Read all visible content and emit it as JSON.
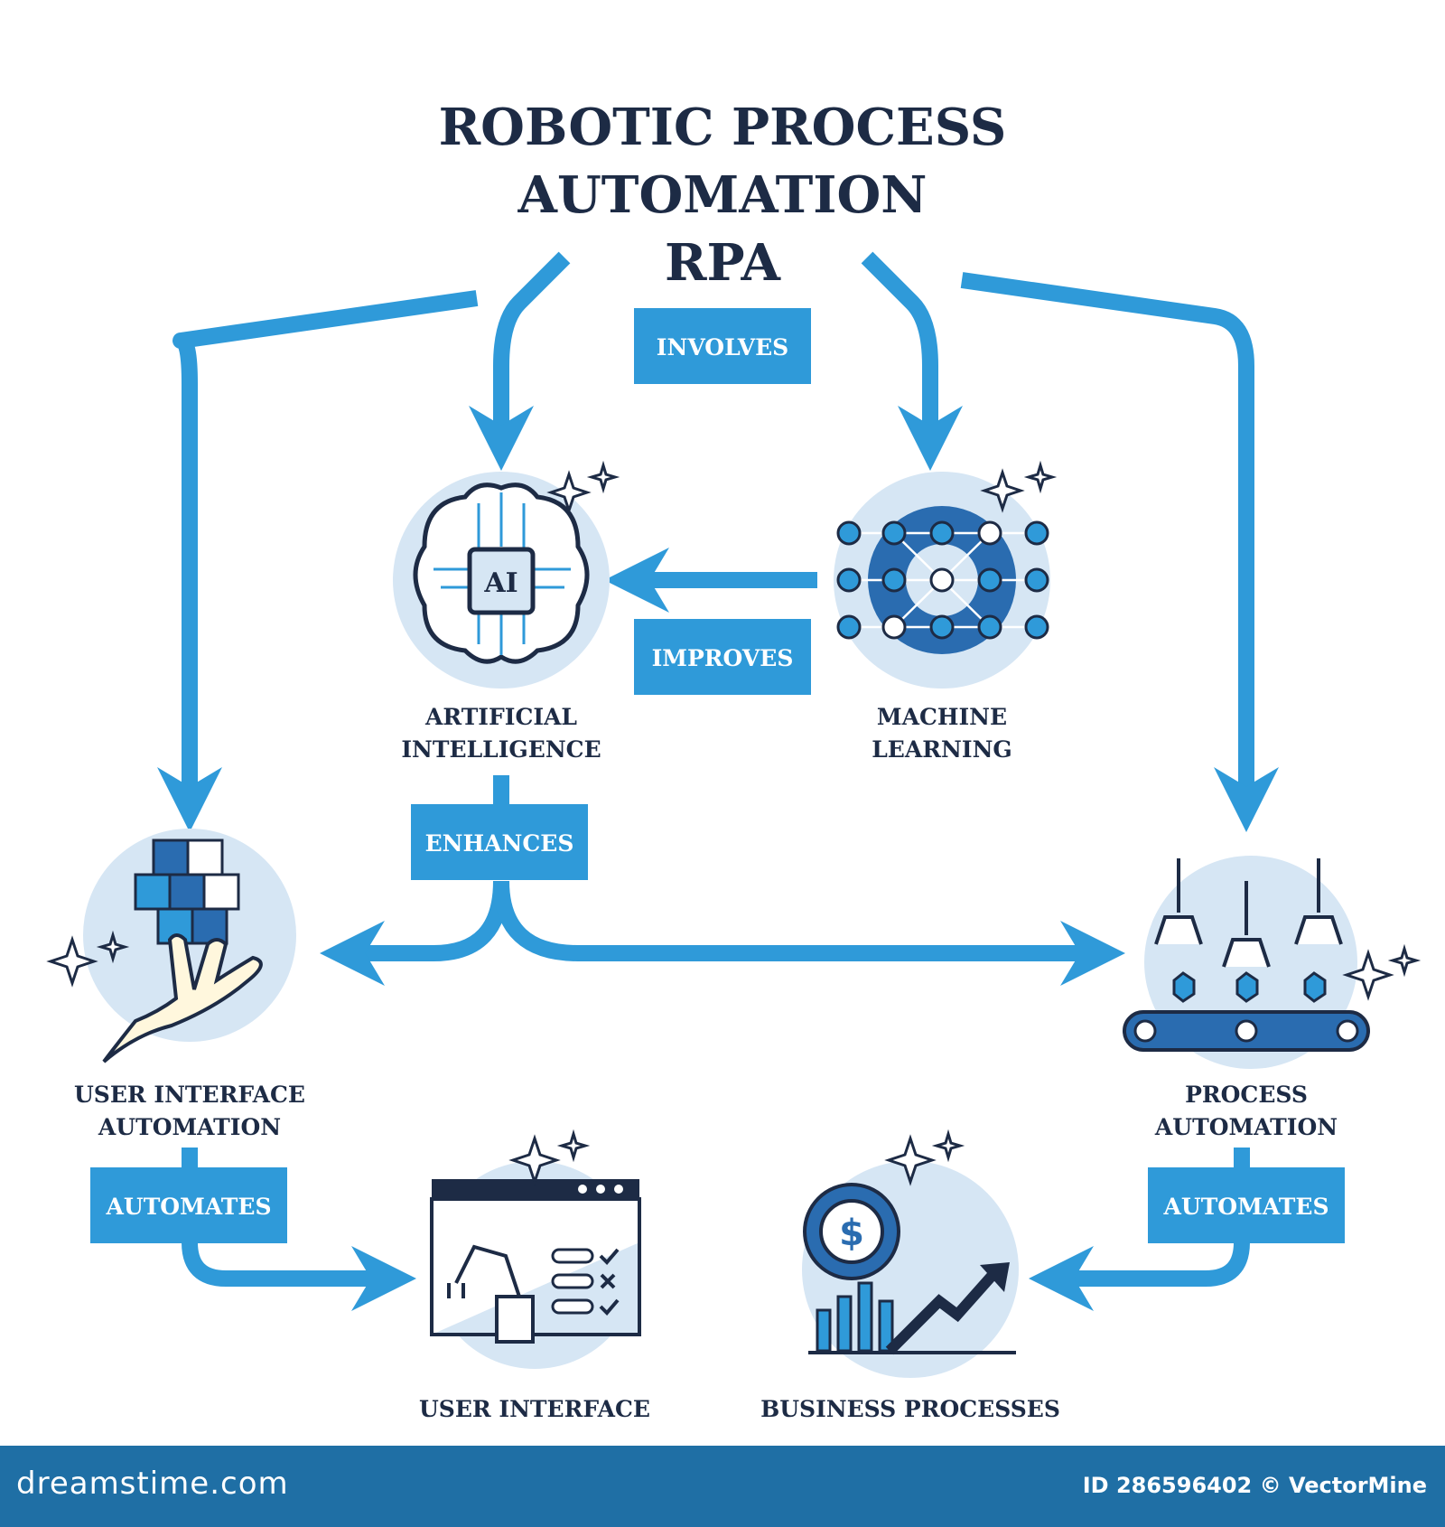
{
  "title": {
    "lines": [
      "ROBOTIC PROCESS",
      "AUTOMATION",
      "RPA"
    ]
  },
  "colors": {
    "arrow": "#2f9ad9",
    "label_box": "#2f9ad9",
    "circle_bg": "#d6e6f4",
    "dark_text": "#1d2b45",
    "footer": "#1f6fa5"
  },
  "relations": {
    "involves": "INVOLVES",
    "improves": "IMPROVES",
    "enhances": "ENHANCES",
    "automates_left": "AUTOMATES",
    "automates_right": "AUTOMATES"
  },
  "nodes": {
    "ai": {
      "line1": "ARTIFICIAL",
      "line2": "INTELLIGENCE",
      "icon": "brain-chip-icon",
      "chip_text": "AI"
    },
    "ml": {
      "line1": "MACHINE",
      "line2": "LEARNING",
      "icon": "neural-network-gear-icon"
    },
    "ui_automation": {
      "line1": "USER INTERFACE",
      "line2": "AUTOMATION",
      "icon": "hand-cube-icon"
    },
    "process_automation": {
      "line1": "PROCESS",
      "line2": "AUTOMATION",
      "icon": "robotic-arms-conveyor-icon"
    },
    "user_interface": {
      "label": "USER INTERFACE",
      "icon": "browser-window-robot-icon"
    },
    "business_processes": {
      "label": "BUSINESS PROCESSES",
      "icon": "dollar-gear-growth-chart-icon",
      "symbol": "$"
    }
  },
  "footer": {
    "brand": "dreamstime.com",
    "id_text": "ID 286596402 © VectorMine"
  }
}
